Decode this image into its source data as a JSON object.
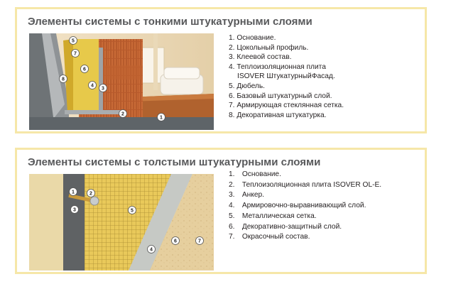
{
  "panels": [
    {
      "title": "Элементы системы с тонкими штукатурными слоями",
      "items": [
        {
          "num": "1.",
          "text": "Основание."
        },
        {
          "num": "2.",
          "text": "Цокольный профиль."
        },
        {
          "num": "3.",
          "text": "Клеевой состав."
        },
        {
          "num": "4.",
          "text": "Теплоизоляционная плита",
          "sub": "ISOVER ШтукатурныйФасад."
        },
        {
          "num": "5.",
          "text": "Дюбель."
        },
        {
          "num": "6.",
          "text": "Базовый штукатурный слой."
        },
        {
          "num": "7.",
          "text": "Армирующая стеклянная сетка."
        },
        {
          "num": "8.",
          "text": "Декоративная штукатурка."
        }
      ],
      "markers": [
        "5",
        "7",
        "6",
        "8",
        "4",
        "3",
        "2",
        "1"
      ]
    },
    {
      "title": "Элементы системы с толстыми штукатурными слоями",
      "items": [
        {
          "num": "1.",
          "text": "Основание."
        },
        {
          "num": "2.",
          "text": "Теплоизоляционная плита ISOVER OL-E."
        },
        {
          "num": "3.",
          "text": "Анкер."
        },
        {
          "num": "4.",
          "text": "Армировочно-выравнивающий слой."
        },
        {
          "num": "5.",
          "text": "Металлическая сетка."
        },
        {
          "num": "6.",
          "text": "Декоративно-защитный слой."
        },
        {
          "num": "7.",
          "text": "Окрасочный состав."
        }
      ],
      "markers": [
        "1",
        "2",
        "3",
        "5",
        "4",
        "6",
        "7"
      ]
    }
  ]
}
